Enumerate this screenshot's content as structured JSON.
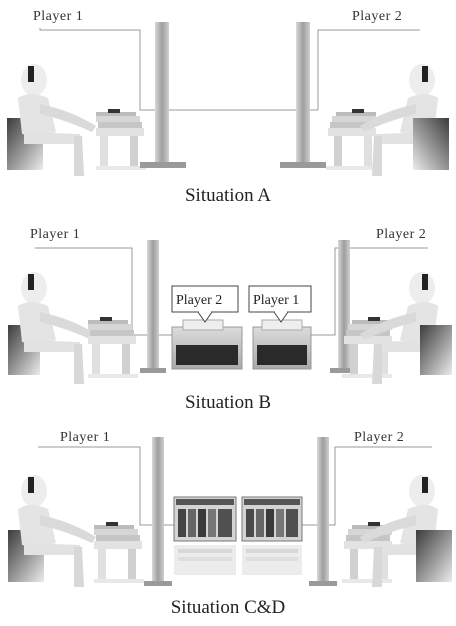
{
  "scenes": [
    {
      "id": "A",
      "player_left": "Player 1",
      "player_right": "Player 2",
      "caption": "Situation A"
    },
    {
      "id": "B",
      "player_left": "Player 1",
      "player_right": "Player 2",
      "bubble_left": "Player 2",
      "bubble_right": "Player 1",
      "caption": "Situation B"
    },
    {
      "id": "CD",
      "player_left": "Player 1",
      "player_right": "Player 2",
      "caption": "Situation C&D"
    }
  ],
  "colors": {
    "figure_light": "#e6e6e6",
    "figure_mid": "#cfcfcf",
    "pole": "#b8b8b8",
    "dark": "#2a2a2a"
  },
  "icons": [
    "seated-player-figure",
    "keyboard-icon",
    "stool-icon",
    "speaker-pole-icon",
    "monitor-icon",
    "screenshot-icon"
  ]
}
